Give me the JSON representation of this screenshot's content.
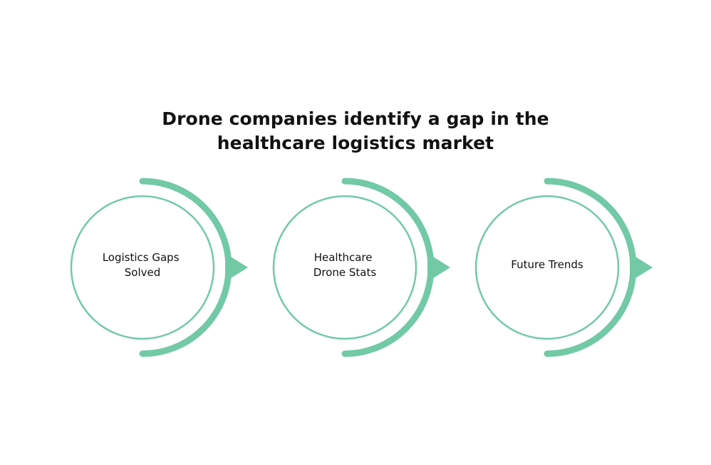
{
  "title": {
    "line1": "Drone companies identify a gap in the",
    "line2": "healthcare logistics market"
  },
  "colors": {
    "accent": "#72c9a6",
    "text": "#111111",
    "background": "#ffffff"
  },
  "nodes": [
    {
      "lines": [
        "Logistics Gaps",
        "Solved"
      ]
    },
    {
      "lines": [
        "Healthcare",
        "Drone Stats"
      ]
    },
    {
      "lines": [
        "Future Trends"
      ]
    }
  ]
}
